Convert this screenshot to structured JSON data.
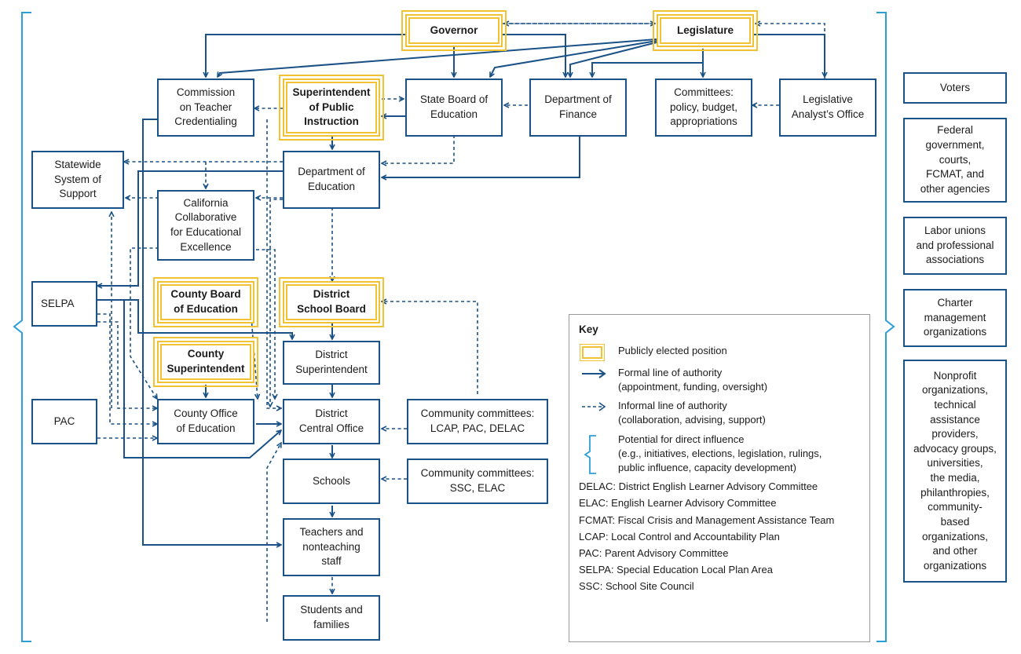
{
  "nodes": {
    "governor": "Governor",
    "legislature": "Legislature",
    "commission": "Commission\non Teacher\nCredentialing",
    "superintendent": "Superintendent\nof Public\nInstruction",
    "state_board": "State Board of\nEducation",
    "dept_finance": "Department of\nFinance",
    "committees": "Committees:\npolicy, budget,\nappropriations",
    "lao": "Legislative\nAnalyst’s Office",
    "statewide": "Statewide\nSystem of\nSupport",
    "dept_education": "Department of\nEducation",
    "ccee": "California\nCollaborative\nfor Educational\nExcellence",
    "selpa": "SELPA",
    "county_board": "County Board\nof Education",
    "district_board": "District\nSchool Board",
    "county_super": "County\nSuperintendent",
    "district_super": "District\nSuperintendent",
    "pac": "PAC",
    "county_office": "County Office\nof Education",
    "district_central": "District\nCentral Office",
    "cc_lcap": "Community committees:\nLCAP, PAC, DELAC",
    "schools": "Schools",
    "cc_ssc": "Community committees:\nSSC, ELAC",
    "teachers": "Teachers and\nnonteaching\nstaff",
    "students": "Students and\nfamilies"
  },
  "side": {
    "voters": "Voters",
    "federal": "Federal\ngovernment,\ncourts,\nFCMAT, and\nother agencies",
    "labor": "Labor unions\nand professional\nassociations",
    "charter": "Charter\nmanagement\norganizations",
    "nonprofit": "Nonprofit\norganizations,\ntechnical\nassistance\nproviders,\nadvocacy groups,\nuniversities,\nthe media,\nphilanthropies,\ncommunity-\nbased\norganizations,\nand other\norganizations"
  },
  "key": {
    "title": "Key",
    "elected": "Publicly elected position",
    "formal": "Formal line of authority\n(appointment, funding, oversight)",
    "informal": "Informal line of authority\n(collaboration, advising, support)",
    "influence": "Potential for direct influence\n(e.g., initiatives, elections, legislation, rulings,\npublic influence, capacity development)",
    "abbreviations": [
      "DELAC: District English Learner Advisory Committee",
      "ELAC: English Learner Advisory Committee",
      "FCMAT: Fiscal Crisis and Management Assistance Team",
      "LCAP: Local Control and Accountability Plan",
      "PAC: Parent Advisory Committee",
      "SELPA: Special Education Local Plan Area",
      "SSC: School Site Council"
    ]
  },
  "colors": {
    "line": "#1a5186",
    "elected": "#f1c232",
    "bracket": "#2a9fd6"
  }
}
